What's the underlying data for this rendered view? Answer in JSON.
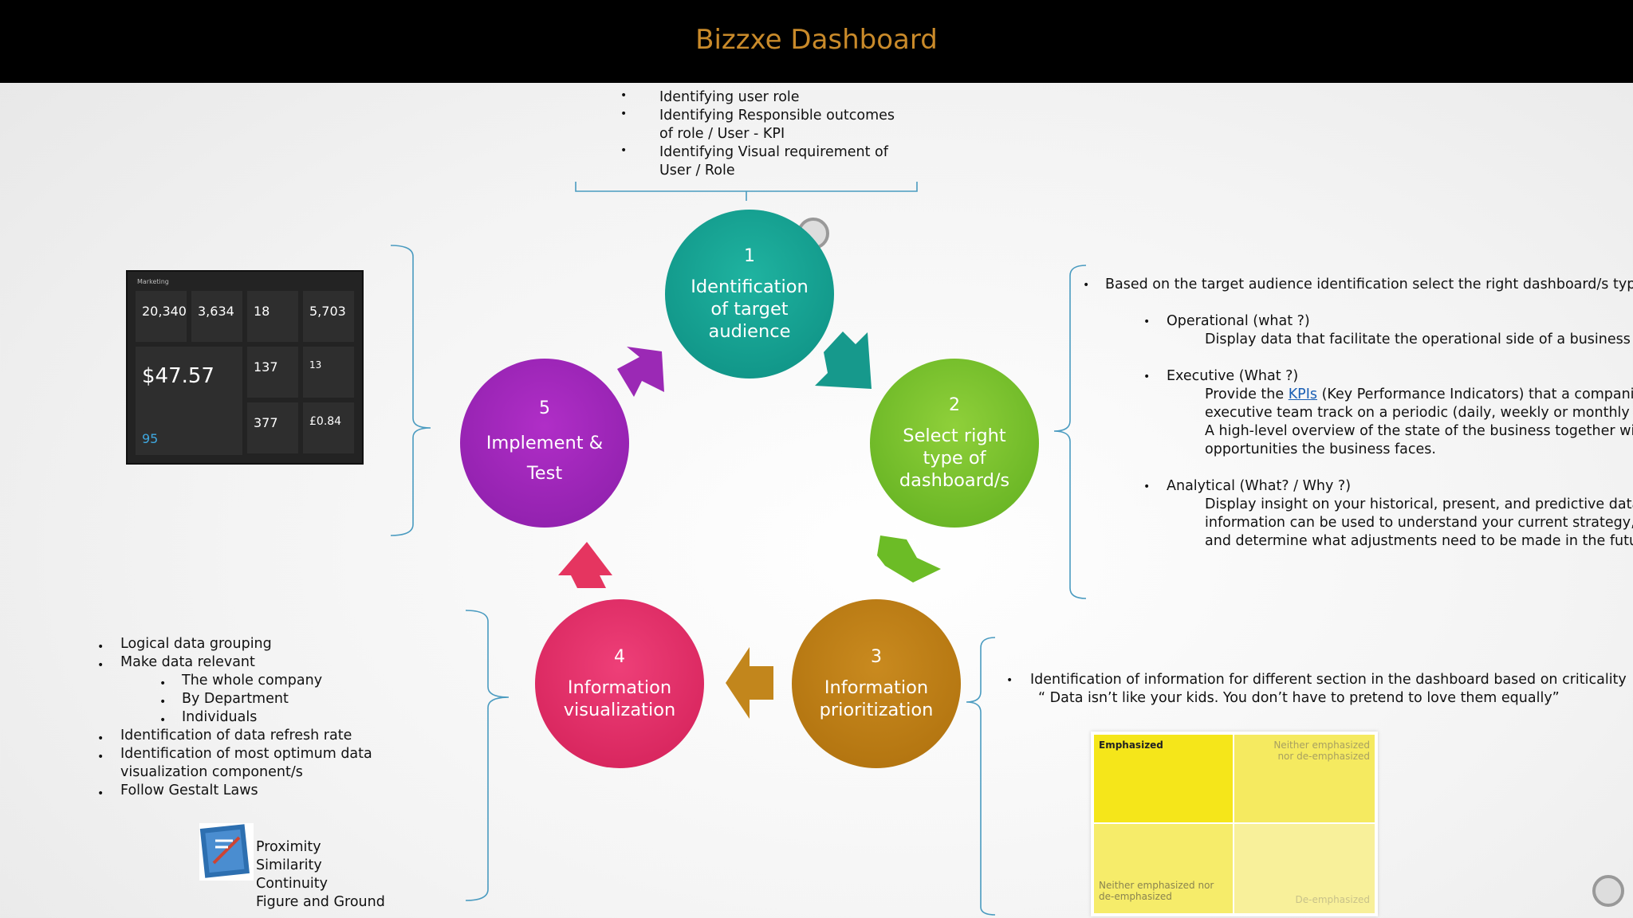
{
  "header": {
    "title": "Bizzxe Dashboard"
  },
  "top_bullets": [
    "Identifying user role",
    "Identifying Responsible outcomes",
    "of role / User  - KPI",
    "Identifying Visual requirement of",
    "User / Role"
  ],
  "cycle": {
    "step1": {
      "num": "1",
      "label": "Identification of target audience"
    },
    "step2": {
      "num": "2",
      "label": "Select right type of dashboard/s"
    },
    "step3": {
      "num": "3",
      "label": "Information prioritization"
    },
    "step4": {
      "num": "4",
      "label": "Information visualization"
    },
    "step5": {
      "num": "5",
      "label": "Implement & Test"
    }
  },
  "right_panel": {
    "intro": "Based on the target audience identification select the  right dashboard/s type",
    "operational_title": "Operational (what ?)",
    "operational_desc": "Display data that facilitate the operational side of a business",
    "executive_title": "Executive (What ?)",
    "executive_desc_prefix": "Provide the ",
    "executive_link": "KPIs",
    "executive_desc_rest": " (Key Performance Indicators) that a companies",
    "executive_desc_2": "executive team track on a periodic (daily, weekly or monthly basis).",
    "executive_desc_3": "A high-level overview of the state of the business together with the",
    "executive_desc_4": "opportunities the business faces.",
    "analytical_title": "Analytical (What? / Why ?)",
    "analytical_desc_1": "Display insight on your historical, present, and predictive data. This",
    "analytical_desc_2": "information can be used  to understand your current strategy,",
    "analytical_desc_3": "and determine what adjustments need to be made in the future."
  },
  "bottom_right": {
    "line1": "Identification of information for different section in the dashboard based on criticality",
    "line2": "“ Data isn’t like your kids. You don’t have to pretend to love them equally”",
    "grid": {
      "q1": "Emphasized",
      "q2": "Neither emphasized nor de-emphasized",
      "q3": "Neither emphasized nor de-emphasized",
      "q4": "De-emphasized"
    }
  },
  "bottom_left": {
    "items": [
      "Logical data grouping",
      "Make data relevant",
      "Identification of data refresh rate",
      "Identification of most optimum data",
      "visualization component/s",
      "Follow Gestalt Laws"
    ],
    "sub_items": [
      "The whole company",
      "By Department",
      "Individuals"
    ],
    "gestalt": [
      "Proximity",
      "Similarity",
      "Continuity",
      "Figure and Ground"
    ]
  },
  "mini_dashboard": {
    "header": "Marketing",
    "tiles": [
      "20,340",
      "3,634",
      "18",
      "5,703",
      "$47.57",
      "137",
      "13",
      "377",
      "£0.84",
      "95"
    ]
  },
  "colors": {
    "title": "#c98a2a",
    "step1": "#0d8e82",
    "step2": "#5fae1f",
    "step3": "#ad6f0c",
    "step4": "#d21f57",
    "step5": "#8a1ea8"
  }
}
